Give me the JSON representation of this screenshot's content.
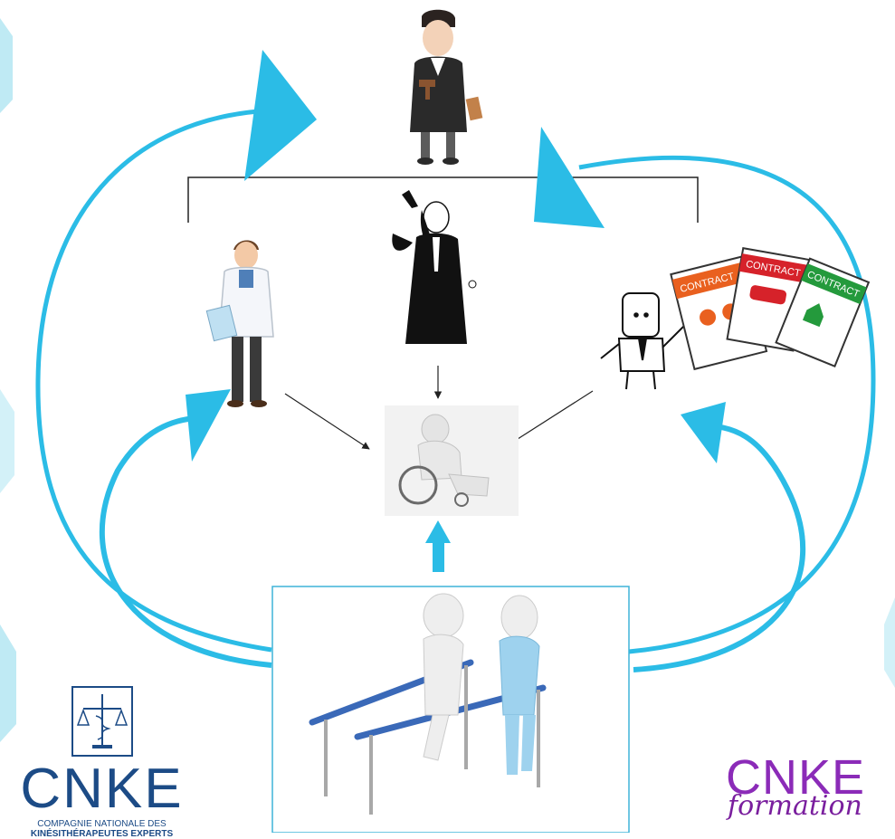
{
  "colors": {
    "flow_arrow": "#2bbce6",
    "connector_line": "#222222",
    "logo_left": "#1c4b86",
    "logo_right": "#8b2bb8"
  },
  "figures": {
    "judge": "judge-figure",
    "doctor": "doctor-figure",
    "lawyer": "lawyer-figure",
    "insurer": "insurer-figure",
    "contracts": [
      "CONTRACT",
      "CONTRACT",
      "CONTRACT"
    ],
    "patient": "wheelchair-patient-figure",
    "therapist": "physiotherapist-rehab-figure"
  },
  "logos": {
    "cnke": {
      "title": "CNKE",
      "line1": "COMPAGNIE NATIONALE DES",
      "line2": "KINÉSITHÉRAPEUTES EXPERTS"
    },
    "cnke_formation": {
      "title": "CNKE",
      "subtitle": "formation"
    }
  }
}
